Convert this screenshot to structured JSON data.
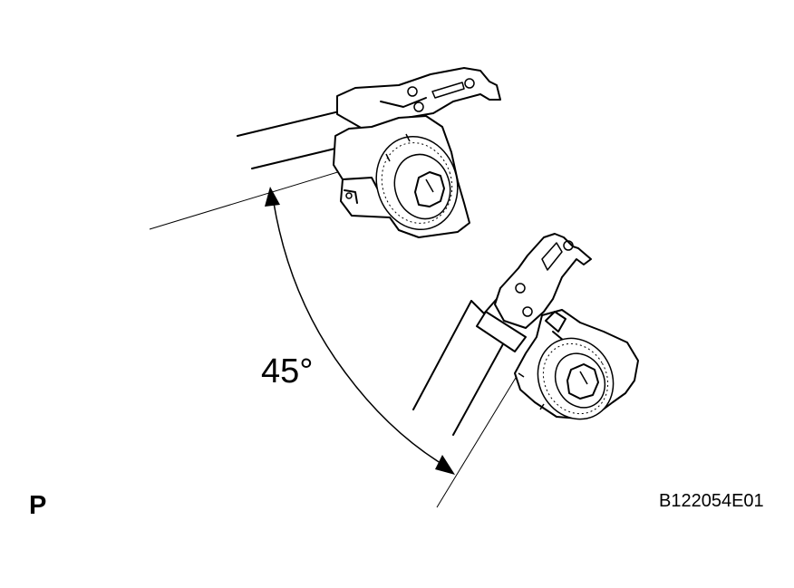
{
  "diagram": {
    "angle_label": "45°",
    "view_letter": "P",
    "figure_code": "B122054E01"
  }
}
